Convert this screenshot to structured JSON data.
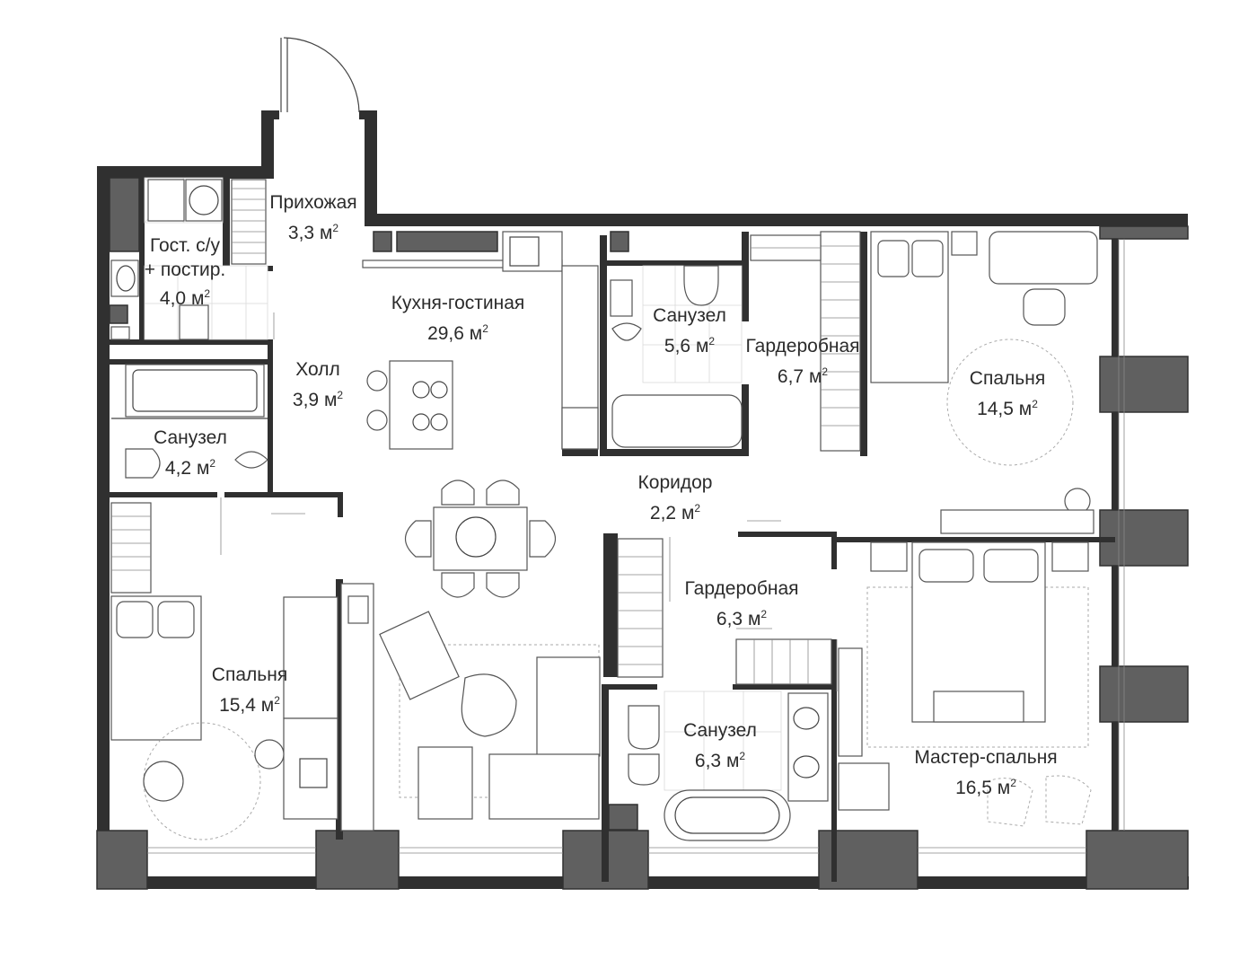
{
  "rooms": {
    "hallway_entry": {
      "name": "Прихожая",
      "area_value": "3,3 м",
      "unit_sup": "2"
    },
    "guest_wc": {
      "name": "Гост. с/у",
      "name2": "+ постир.",
      "area_value": "4,0 м",
      "unit_sup": "2"
    },
    "kitchen_living": {
      "name": "Кухня-гостиная",
      "area_value": "29,6 м",
      "unit_sup": "2"
    },
    "hall": {
      "name": "Холл",
      "area_value": "3,9 м",
      "unit_sup": "2"
    },
    "bathroom_a": {
      "name": "Санузел",
      "area_value": "5,6 м",
      "unit_sup": "2"
    },
    "wardrobe_a": {
      "name": "Гардеробная",
      "area_value": "6,7 м",
      "unit_sup": "2"
    },
    "bedroom_a": {
      "name": "Спальня",
      "area_value": "14,5 м",
      "unit_sup": "2"
    },
    "bathroom_b": {
      "name": "Санузел",
      "area_value": "4,2 м",
      "unit_sup": "2"
    },
    "corridor": {
      "name": "Коридор",
      "area_value": "2,2 м",
      "unit_sup": "2"
    },
    "wardrobe_b": {
      "name": "Гардеробная",
      "area_value": "6,3 м",
      "unit_sup": "2"
    },
    "bedroom_b": {
      "name": "Спальня",
      "area_value": "15,4 м",
      "unit_sup": "2"
    },
    "bathroom_c": {
      "name": "Санузел",
      "area_value": "6,3 м",
      "unit_sup": "2"
    },
    "master_bedroom": {
      "name": "Мастер-спальня",
      "area_value": "16,5 м",
      "unit_sup": "2"
    }
  },
  "colors": {
    "wall": "#303030",
    "column": "#606060",
    "line": "#444444",
    "background": "#ffffff"
  }
}
